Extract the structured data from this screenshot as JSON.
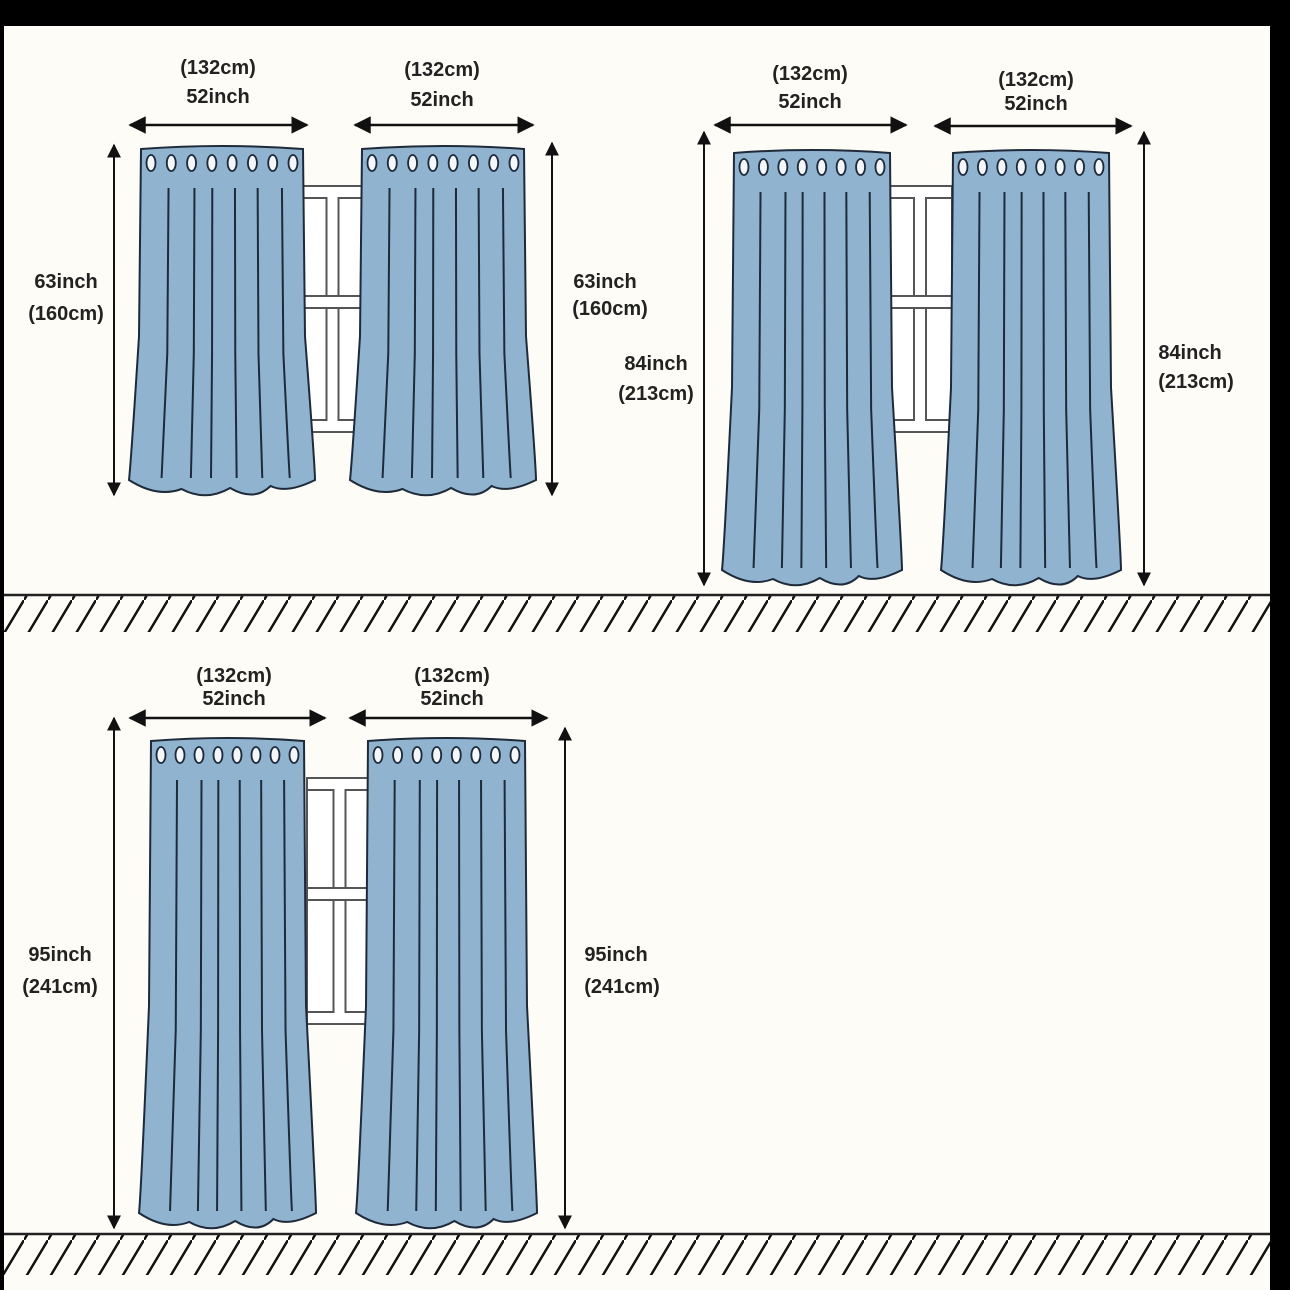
{
  "colors": {
    "background": "#fdfcf6",
    "frame": "#000000",
    "curtain_fill": "#90b3d0",
    "curtain_stroke": "#1e2a3a",
    "line": "#111111",
    "window_frame": "#555555",
    "window_glass": "#ffffff"
  },
  "panels": [
    {
      "id": "panel-63",
      "width_cm": "(132cm)",
      "width_in": "52inch",
      "height_in": "63inch",
      "height_cm": "(160cm)",
      "curtain_width_in": 52,
      "curtain_length_in": 63
    },
    {
      "id": "panel-84",
      "width_cm": "(132cm)",
      "width_in": "52inch",
      "height_in": "84inch",
      "height_cm": "(213cm)",
      "curtain_width_in": 52,
      "curtain_length_in": 84
    },
    {
      "id": "panel-95",
      "width_cm": "(132cm)",
      "width_in": "52inch",
      "height_in": "95inch",
      "height_cm": "(241cm)",
      "curtain_width_in": 52,
      "curtain_length_in": 95
    }
  ],
  "grommets_per_curtain": 8,
  "curtains_per_set": 2
}
